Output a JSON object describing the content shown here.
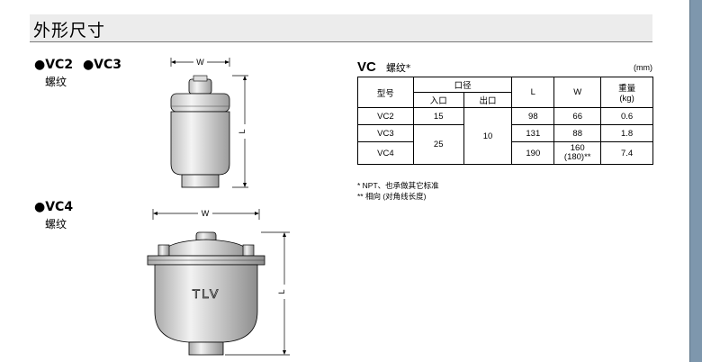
{
  "section_title": "外形尺寸",
  "left": {
    "group1": {
      "model_a": "VC2",
      "model_b": "VC3",
      "sub": "螺纹"
    },
    "group2": {
      "model": "VC4",
      "sub": "螺纹"
    },
    "dim_w": "W",
    "dim_l": "L",
    "logo": "TLV"
  },
  "table": {
    "title_model": "VC",
    "title_sub": "螺纹*",
    "unit": "(mm)",
    "headers": {
      "model": "型号",
      "port": "口径",
      "inlet": "入口",
      "outlet": "出口",
      "l": "L",
      "w": "W",
      "weight": "重量",
      "weight_unit": "(kg)"
    },
    "rows": [
      {
        "model": "VC2",
        "inlet": "15",
        "outlet": "10",
        "l": "98",
        "w": "66",
        "w2": "",
        "weight": "0.6"
      },
      {
        "model": "VC3",
        "inlet": "25",
        "outlet": "",
        "l": "131",
        "w": "88",
        "w2": "",
        "weight": "1.8"
      },
      {
        "model": "VC4",
        "inlet": "",
        "outlet": "",
        "l": "190",
        "w": "160",
        "w2": "(180)**",
        "weight": "7.4"
      }
    ],
    "notes": [
      "* NPT、也承做其它标准",
      "** 相向 (对角线长度)"
    ]
  }
}
